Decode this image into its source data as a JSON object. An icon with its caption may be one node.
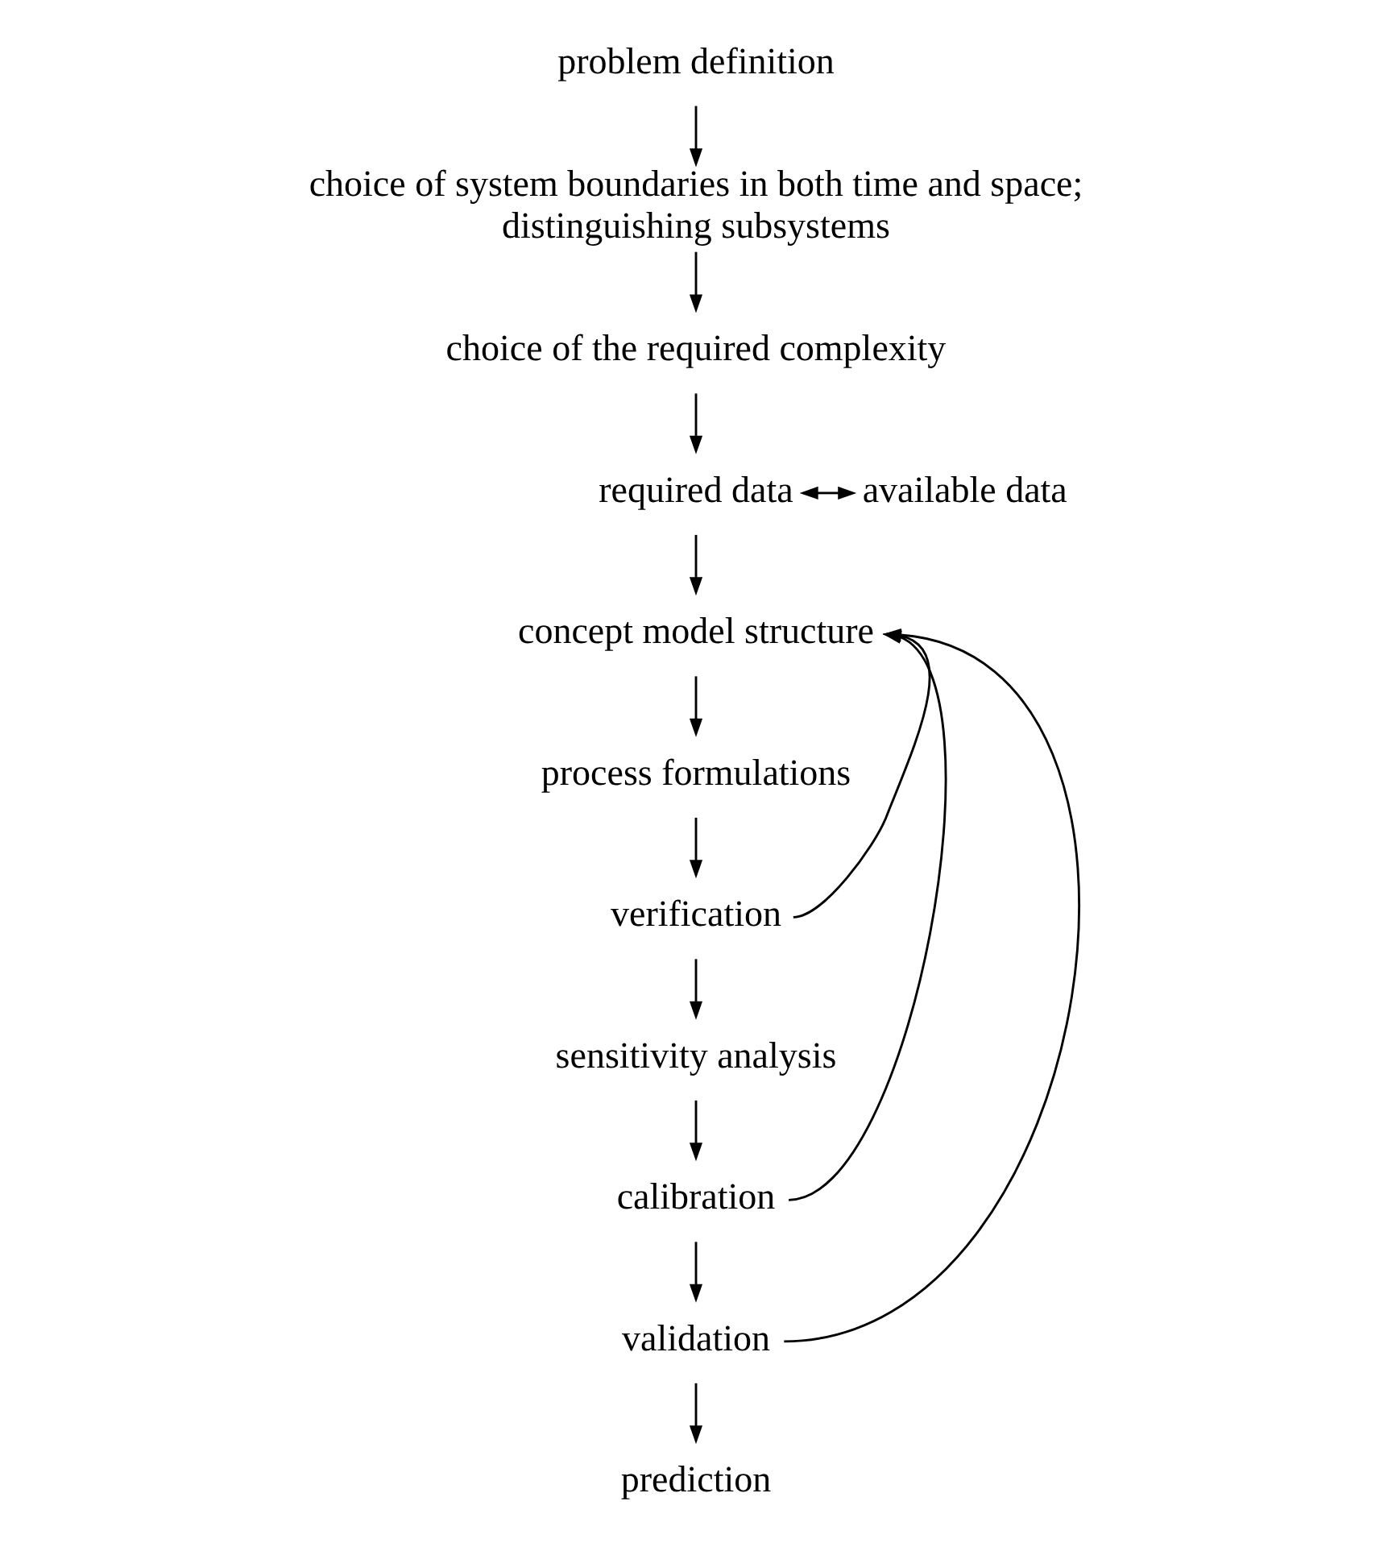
{
  "diagram": {
    "nodes": [
      {
        "text": [
          "problem definition"
        ]
      },
      {
        "text": [
          "choice of system boundaries in both time and space; distinguishing subsystems"
        ]
      },
      {
        "text": [
          "choice of the required complexity"
        ]
      },
      {
        "text": [
          "required data"
        ]
      },
      {
        "text": [
          "available data"
        ]
      },
      {
        "text": [
          "concept model structure"
        ]
      },
      {
        "text": [
          "process formulations"
        ]
      },
      {
        "text": [
          "verification"
        ]
      },
      {
        "text": [
          "sensitivity analysis"
        ]
      },
      {
        "text": [
          "calibration"
        ]
      },
      {
        "text": [
          "validation"
        ]
      },
      {
        "text": [
          "prediction"
        ]
      }
    ],
    "edges": [
      {
        "from": 0,
        "to": 1,
        "arrow": "to"
      },
      {
        "from": 1,
        "to": 2,
        "arrow": "to"
      },
      {
        "from": 2,
        "to": 3,
        "arrow": "to"
      },
      {
        "from": 3,
        "to": 4,
        "arrow": "both"
      },
      {
        "from": 3,
        "to": 5,
        "arrow": "to"
      },
      {
        "from": 5,
        "to": 6,
        "arrow": "to"
      },
      {
        "from": 6,
        "to": 7,
        "arrow": "to"
      },
      {
        "from": 7,
        "to": 8,
        "arrow": "to"
      },
      {
        "from": 8,
        "to": 9,
        "arrow": "to"
      },
      {
        "from": 9,
        "to": 10,
        "arrow": "to"
      },
      {
        "from": 10,
        "to": 11,
        "arrow": "to"
      },
      {
        "from": 7,
        "to": 5,
        "arrow": "to"
      },
      {
        "from": 9,
        "to": 5,
        "arrow": "to"
      },
      {
        "from": 10,
        "to": 5,
        "arrow": "to"
      }
    ]
  }
}
